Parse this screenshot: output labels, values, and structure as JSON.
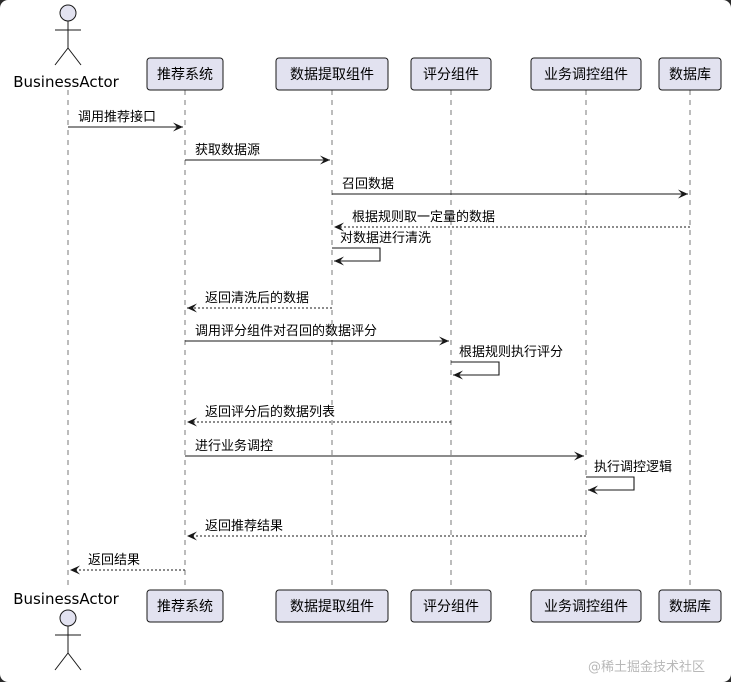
{
  "participants": [
    {
      "id": "actor",
      "label": "BusinessActor",
      "kind": "actor"
    },
    {
      "id": "rec",
      "label": "推荐系统",
      "kind": "box"
    },
    {
      "id": "extract",
      "label": "数据提取组件",
      "kind": "box"
    },
    {
      "id": "score",
      "label": "评分组件",
      "kind": "box"
    },
    {
      "id": "ctrl",
      "label": "业务调控组件",
      "kind": "box"
    },
    {
      "id": "db",
      "label": "数据库",
      "kind": "box"
    }
  ],
  "messages": [
    {
      "from": "actor",
      "to": "rec",
      "label": "调用推荐接口",
      "style": "solid"
    },
    {
      "from": "rec",
      "to": "extract",
      "label": "获取数据源",
      "style": "solid"
    },
    {
      "from": "extract",
      "to": "db",
      "label": "召回数据",
      "style": "solid"
    },
    {
      "from": "db",
      "to": "extract",
      "label": "根据规则取一定量的数据",
      "style": "dashed"
    },
    {
      "from": "extract",
      "to": "extract",
      "label": "对数据进行清洗",
      "style": "solid"
    },
    {
      "from": "extract",
      "to": "rec",
      "label": "返回清洗后的数据",
      "style": "dashed"
    },
    {
      "from": "rec",
      "to": "score",
      "label": "调用评分组件对召回的数据评分",
      "style": "solid"
    },
    {
      "from": "score",
      "to": "score",
      "label": "根据规则执行评分",
      "style": "solid"
    },
    {
      "from": "score",
      "to": "rec",
      "label": "返回评分后的数据列表",
      "style": "dashed"
    },
    {
      "from": "rec",
      "to": "ctrl",
      "label": "进行业务调控",
      "style": "solid"
    },
    {
      "from": "ctrl",
      "to": "ctrl",
      "label": "执行调控逻辑",
      "style": "solid"
    },
    {
      "from": "ctrl",
      "to": "rec",
      "label": "返回推荐结果",
      "style": "dashed"
    },
    {
      "from": "rec",
      "to": "actor",
      "label": "返回结果",
      "style": "dashed"
    }
  ],
  "watermark": "@稀土掘金技术社区"
}
